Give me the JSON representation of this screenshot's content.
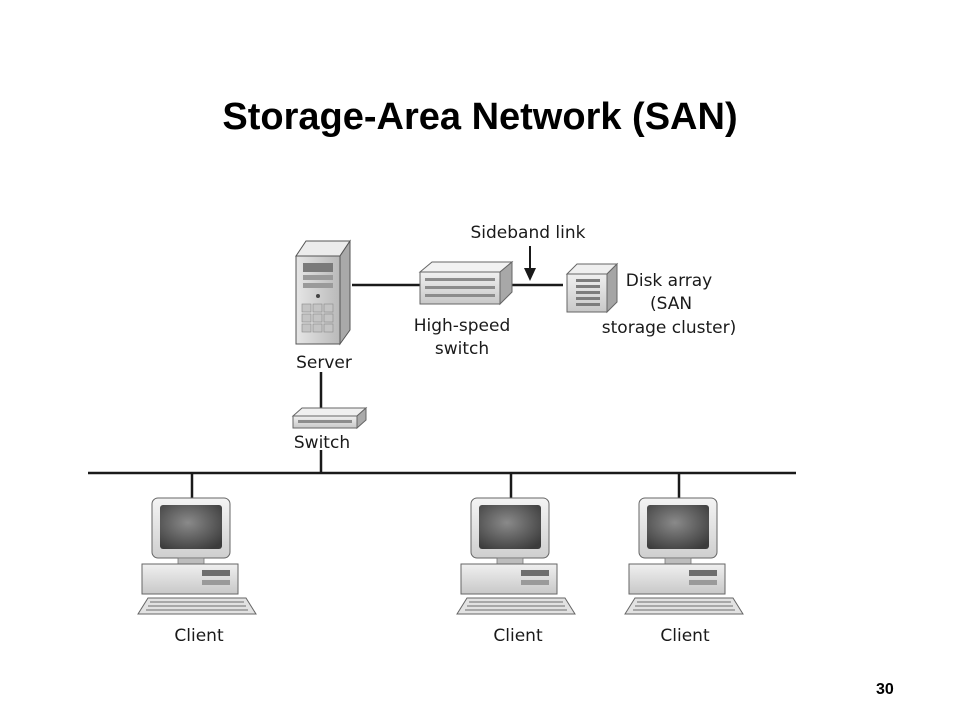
{
  "slide": {
    "title": "Storage-Area Network (SAN)",
    "page_number": "30"
  },
  "diagram": {
    "labels": {
      "sideband": "Sideband link",
      "disk_array_1": "Disk array",
      "disk_array_2": "(SAN",
      "disk_array_3": "storage cluster)",
      "hs_switch_1": "High-speed",
      "hs_switch_2": "switch",
      "server": "Server",
      "switch": "Switch",
      "client_1": "Client",
      "client_2": "Client",
      "client_3": "Client"
    }
  }
}
